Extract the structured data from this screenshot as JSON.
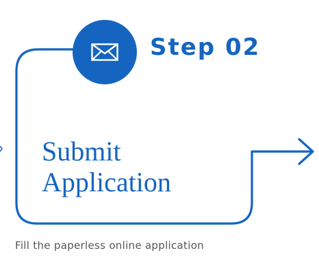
{
  "step": {
    "label": "Step 02",
    "icon": "envelope-icon"
  },
  "title": {
    "line1": "Submit",
    "line2": "Application"
  },
  "description": "Fill the paperless online application",
  "colors": {
    "accent": "#1565c0",
    "text_muted": "#555555",
    "background": "#ffffff"
  }
}
